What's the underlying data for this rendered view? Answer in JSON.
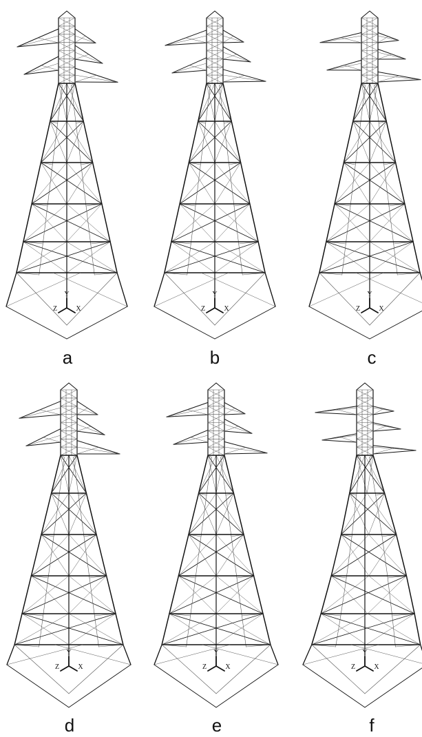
{
  "panels": [
    {
      "id": "a",
      "label": "a",
      "sway": 0.0,
      "arm_tilt": 1.0,
      "skew": 0.0
    },
    {
      "id": "b",
      "label": "b",
      "sway": 0.0,
      "arm_tilt": 0.85,
      "skew": 0.0
    },
    {
      "id": "c",
      "label": "c",
      "sway": 0.0,
      "arm_tilt": 0.55,
      "skew": 0.0
    },
    {
      "id": "d",
      "label": "d",
      "sway": 0.0,
      "arm_tilt": 0.95,
      "skew": 0.0
    },
    {
      "id": "e",
      "label": "e",
      "sway": 0.0,
      "arm_tilt": 0.8,
      "skew": 0.0
    },
    {
      "id": "f",
      "label": "f",
      "sway": 0.0,
      "arm_tilt": 0.35,
      "skew": 1.0
    }
  ],
  "axis_labels": {
    "x": "X",
    "y": "Y",
    "z": "Z"
  },
  "colors": {
    "line": "#111111",
    "faint_line": "#555555",
    "background": "#ffffff"
  }
}
